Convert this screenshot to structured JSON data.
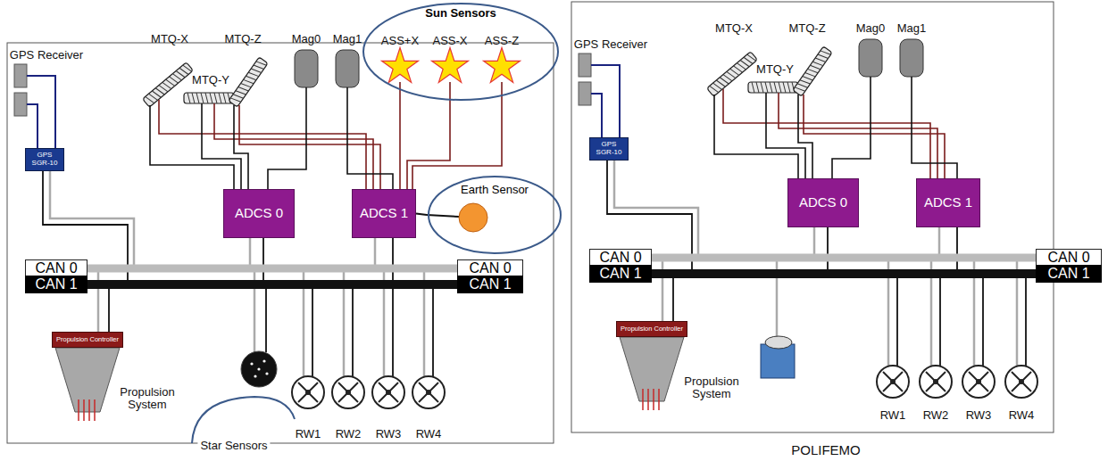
{
  "diagram": {
    "nodes": [
      {
        "text": [
          "GPS SGR-10"
        ]
      },
      {
        "text": [
          "Sun Sensors"
        ]
      },
      {
        "text": [
          "ADCS 0"
        ]
      },
      {
        "text": [
          "ADCS 1"
        ]
      },
      {
        "text": [
          "Earth Sensor"
        ]
      },
      {
        "text": [
          "CAN 0"
        ]
      },
      {
        "text": [
          "CAN 0"
        ]
      },
      {
        "text": [
          "CAN 1"
        ]
      },
      {
        "text": [
          "CAN 1"
        ]
      },
      {
        "text": [
          "Propulsion Controller"
        ]
      },
      {
        "text": [
          "GPS SGR-10"
        ]
      },
      {
        "text": [
          "ADCS 0"
        ]
      },
      {
        "text": [
          "ADCS 1"
        ]
      },
      {
        "text": [
          "CAN 0"
        ]
      },
      {
        "text": [
          "CAN 0"
        ]
      },
      {
        "text": [
          "CAN 1"
        ]
      },
      {
        "text": [
          "CAN 1"
        ]
      },
      {
        "text": [
          "Propulsion Controller"
        ]
      }
    ],
    "edges": [
      {
        "from": 3,
        "to": 4,
        "arrow": "none"
      },
      {
        "from": 5,
        "to": 6,
        "arrow": "none"
      },
      {
        "from": 7,
        "to": 8,
        "arrow": "none"
      },
      {
        "from": 13,
        "to": 14,
        "arrow": "none"
      },
      {
        "from": 15,
        "to": 16,
        "arrow": "none"
      }
    ],
    "labels": [
      "GPS Receiver",
      "MTQ-X",
      "MTQ-Y",
      "MTQ-Z",
      "Mag0",
      "Mag1",
      "ASS+X",
      "ASS-X",
      "ASS-Z",
      "Propulsion System",
      "Star Sensors",
      "RW1",
      "RW2",
      "RW3",
      "RW4",
      "GPS Receiver",
      "MTQ-X",
      "MTQ-Y",
      "MTQ-Z",
      "Mag0",
      "Mag1",
      "Propulsion System",
      "RW1",
      "RW2",
      "RW3",
      "RW4",
      "POLIFEMO"
    ]
  }
}
